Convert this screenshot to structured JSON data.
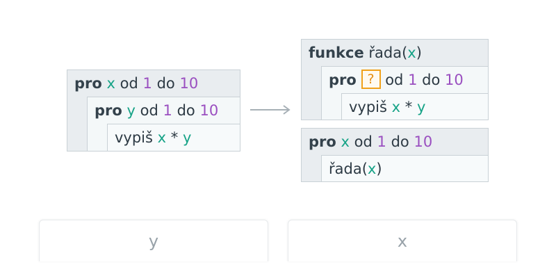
{
  "left_program": {
    "outer": {
      "kw": "pro",
      "var": "x",
      "od": "od",
      "from": "1",
      "do": "do",
      "to": "10"
    },
    "middle": {
      "kw": "pro",
      "var": "y",
      "od": "od",
      "from": "1",
      "do": "do",
      "to": "10"
    },
    "inner": {
      "cmd": "vypiš",
      "a": "x",
      "op": "*",
      "b": "y"
    }
  },
  "right_program": {
    "function": {
      "kw": "funkce",
      "name": "řada(",
      "param": "x",
      "close": ")"
    },
    "function_loop": {
      "kw": "pro",
      "placeholder": "?",
      "od": "od",
      "from": "1",
      "do": "do",
      "to": "10"
    },
    "function_body": {
      "cmd": "vypiš",
      "a": "x",
      "op": "*",
      "b": "y"
    },
    "main_loop": {
      "kw": "pro",
      "var": "x",
      "od": "od",
      "from": "1",
      "do": "do",
      "to": "10"
    },
    "main_call": {
      "name": "řada(",
      "arg": "x",
      "close": ")"
    }
  },
  "answers": [
    {
      "label": "y"
    },
    {
      "label": "x"
    }
  ],
  "icons": {
    "arrow": "right-arrow-icon"
  },
  "colors": {
    "keyword": "#34424c",
    "variable": "#17a387",
    "number": "#9a4fc0",
    "placeholder": "#f0a11a"
  }
}
